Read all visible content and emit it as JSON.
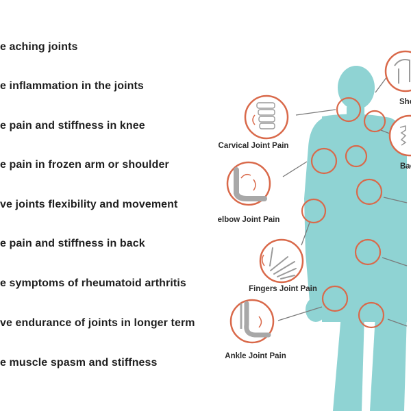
{
  "benefits": [
    "e aching joints",
    "e inflammation in the joints",
    "e pain and stiffness in knee",
    "e pain in frozen arm or shoulder",
    "ve joints flexibility and movement",
    "e pain and stiffness in back",
    "e symptoms of rheumatoid arthritis",
    "ve endurance of joints in longer term",
    "e muscle spasm and stiffness"
  ],
  "labels": {
    "cervical": "Carvical Joint Pain",
    "elbow": "elbow Joint Pain",
    "fingers": "Fingers Joint Pain",
    "ankle": "Ankle Joint Pain",
    "shoulder": "Sho",
    "back": "Bac"
  },
  "colors": {
    "body": "#8fd3d3",
    "ring": "#d9694a",
    "leader": "#7a7a7a",
    "text": "#1f1f1f",
    "bone": "#b9b9b9"
  },
  "icons": {
    "cervical": "spine-icon",
    "elbow": "elbow-joint-icon",
    "fingers": "hand-skeleton-icon",
    "ankle": "ankle-joint-icon",
    "shoulder": "shoulder-joint-icon",
    "back": "vertebra-icon"
  }
}
